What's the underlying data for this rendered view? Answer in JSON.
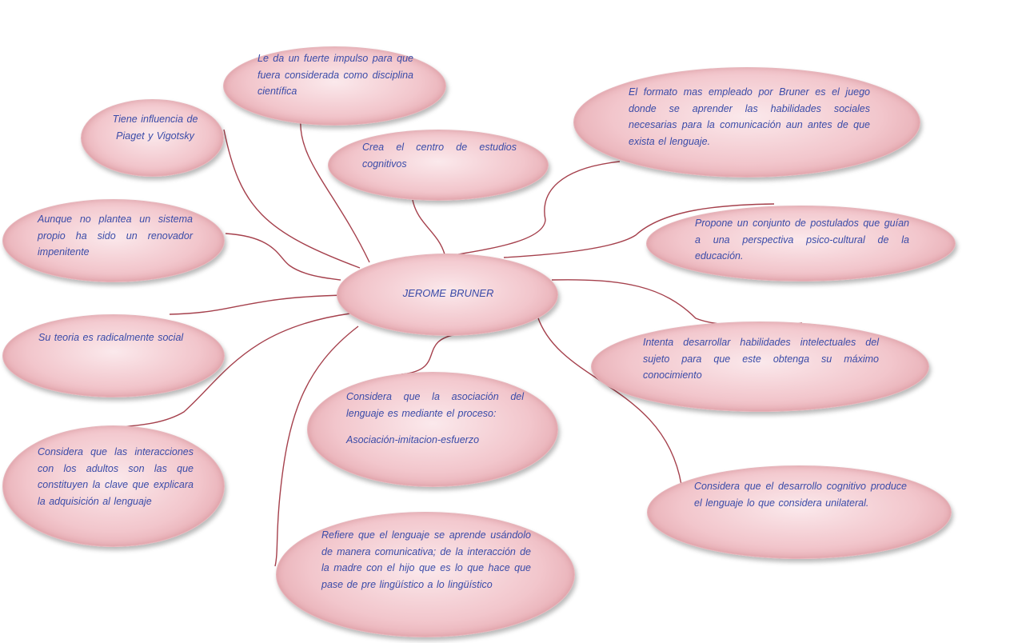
{
  "diagram": {
    "center": {
      "label": "JEROME BRUNER"
    },
    "nodes": [
      {
        "id": "impulso",
        "text": "Le da un fuerte impulso para que fuera considerada como disciplina científica"
      },
      {
        "id": "influencia",
        "text": "Tiene influencia de Piaget y Vigotsky"
      },
      {
        "id": "centro",
        "text": "Crea el centro de estudios cognitivos"
      },
      {
        "id": "formato",
        "text": "El formato mas empleado por Bruner  es el juego donde se aprender las habilidades sociales necesarias para la comunicación aun antes de que exista el  lenguaje."
      },
      {
        "id": "sistema",
        "text": "Aunque no plantea un sistema propio ha sido un renovador impenitente"
      },
      {
        "id": "postulados",
        "text": "Propone un conjunto de postulados que guían a una perspectiva psico-cultural de la educación."
      },
      {
        "id": "teoria",
        "text": "Su teoria es radicalmente social"
      },
      {
        "id": "habilidades",
        "text": "Intenta desarrollar habilidades intelectuales del sujeto para que este obtenga su máximo conocimiento"
      },
      {
        "id": "asociacion",
        "text": "Considera que la asociación del lenguaje es mediante  el proceso:",
        "subtext": "Asociación-imitacion-esfuerzo"
      },
      {
        "id": "interacciones",
        "text": "Considera que las interacciones con los adultos son las que constituyen la clave que explicara la adquisición al lenguaje"
      },
      {
        "id": "desarrollo",
        "text": "Considera que el desarrollo cognitivo produce el lenguaje lo que considera unilateral."
      },
      {
        "id": "refiere",
        "text": "Refiere que el lenguaje  se aprende usándolo de manera comunicativa; de la interacción de la madre con el hijo que es lo que hace que pase de pre lingüístico a lo lingüístico"
      }
    ],
    "colors": {
      "connector": "#a5404c",
      "text": "#3a4ba8",
      "node_fill": "#f2c6cc"
    }
  }
}
